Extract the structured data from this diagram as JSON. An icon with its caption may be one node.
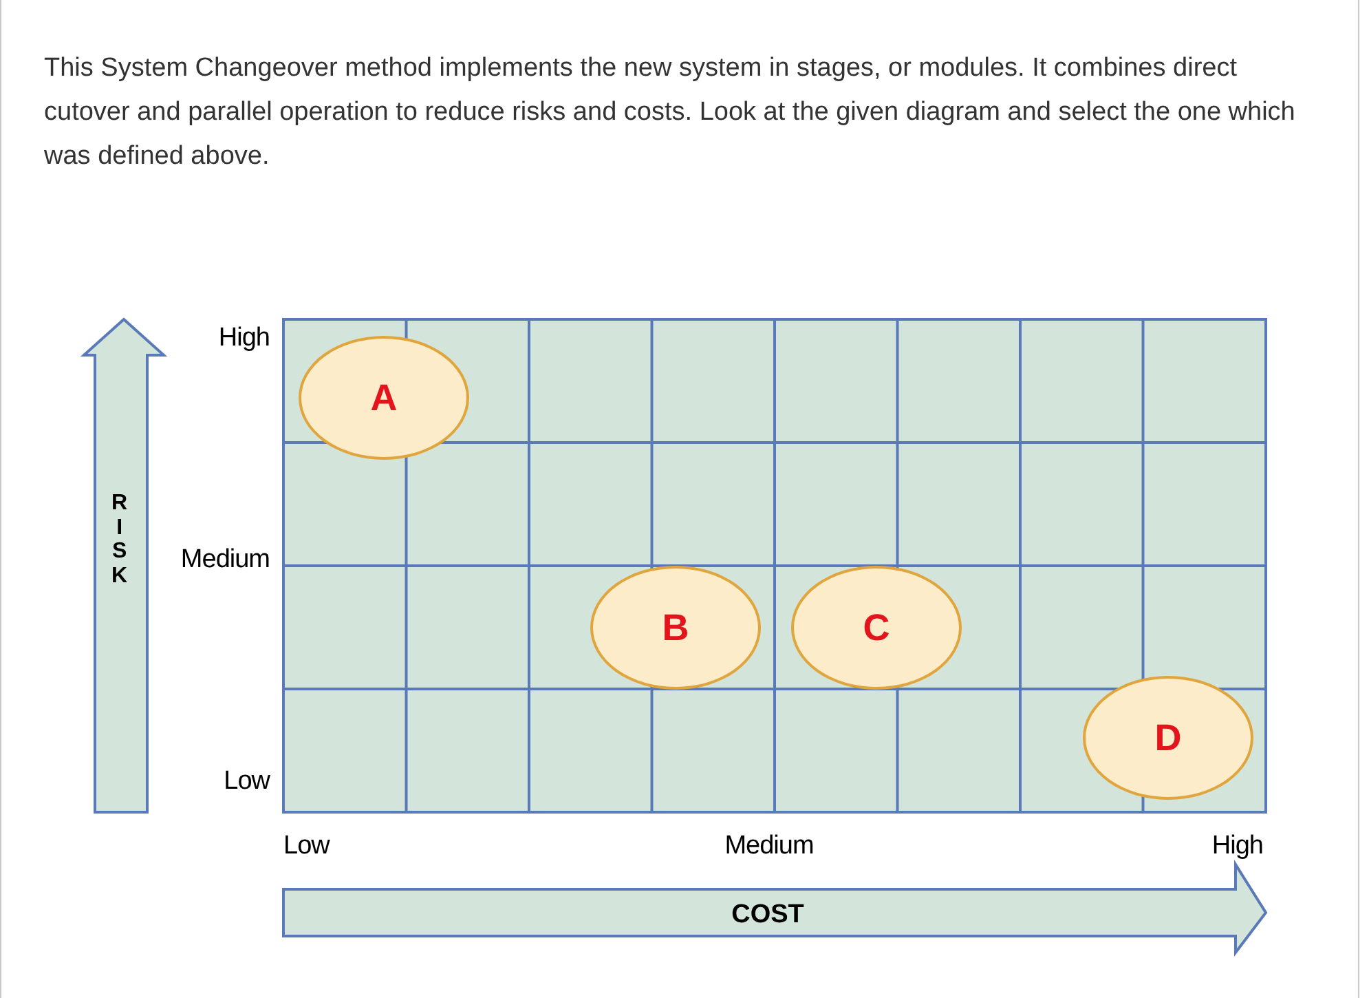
{
  "diagram": {
    "nodes": [
      {
        "text": [
          "A"
        ]
      },
      {
        "text": [
          "B"
        ]
      },
      {
        "text": [
          "C"
        ]
      },
      {
        "text": [
          "D"
        ]
      }
    ],
    "labels": [
      "This System Changeover method implements the new system in stages, or modules. It combines direct cutover and parallel operation to reduce risks and costs. Look at the given diagram and select the one which was defined above.",
      "High",
      "Medium",
      "Low",
      "RISK",
      "Low",
      "Medium",
      "High",
      "COST"
    ]
  }
}
